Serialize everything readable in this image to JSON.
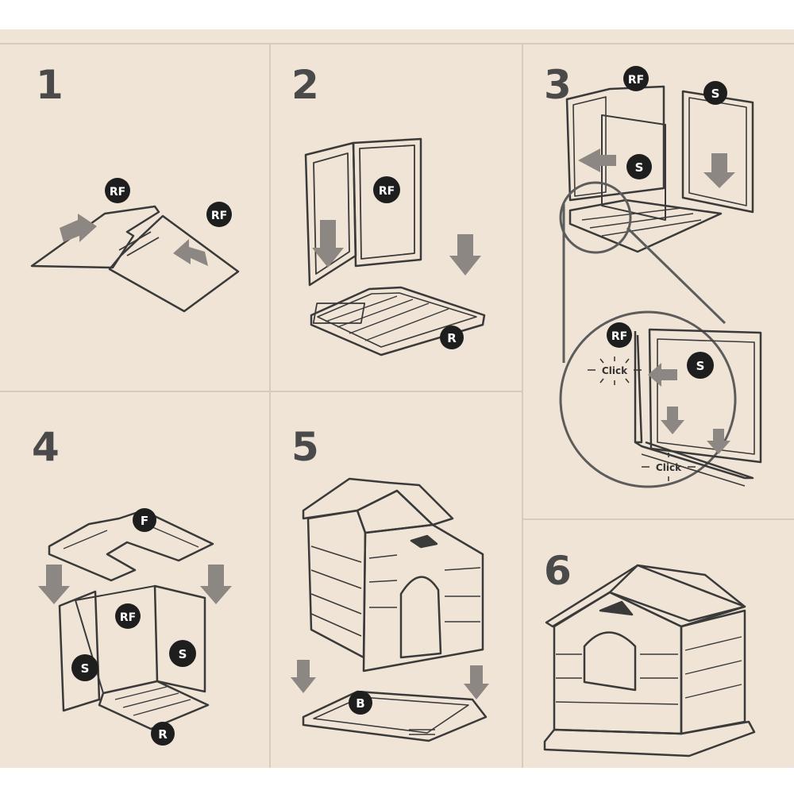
{
  "colors": {
    "background": "#efe4d5",
    "divider": "#d7cbbb",
    "ink": "#3a3a3a",
    "arrow": "#8c8782",
    "badge": "#1e1e1e",
    "badge_text": "#ffffff"
  },
  "steps": [
    {
      "number": "1",
      "labels": {
        "a": "RF",
        "b": "RF"
      }
    },
    {
      "number": "2",
      "labels": {
        "a": "RF",
        "b": "R"
      }
    },
    {
      "number": "3",
      "labels": {
        "a": "RF",
        "b": "S",
        "c": "S",
        "d": "RF",
        "e": "S"
      },
      "click": "Click"
    },
    {
      "number": "4",
      "labels": {
        "a": "F",
        "b": "RF",
        "c": "S",
        "d": "S",
        "e": "R"
      }
    },
    {
      "number": "5",
      "labels": {
        "a": "B"
      }
    },
    {
      "number": "6",
      "labels": {}
    }
  ]
}
